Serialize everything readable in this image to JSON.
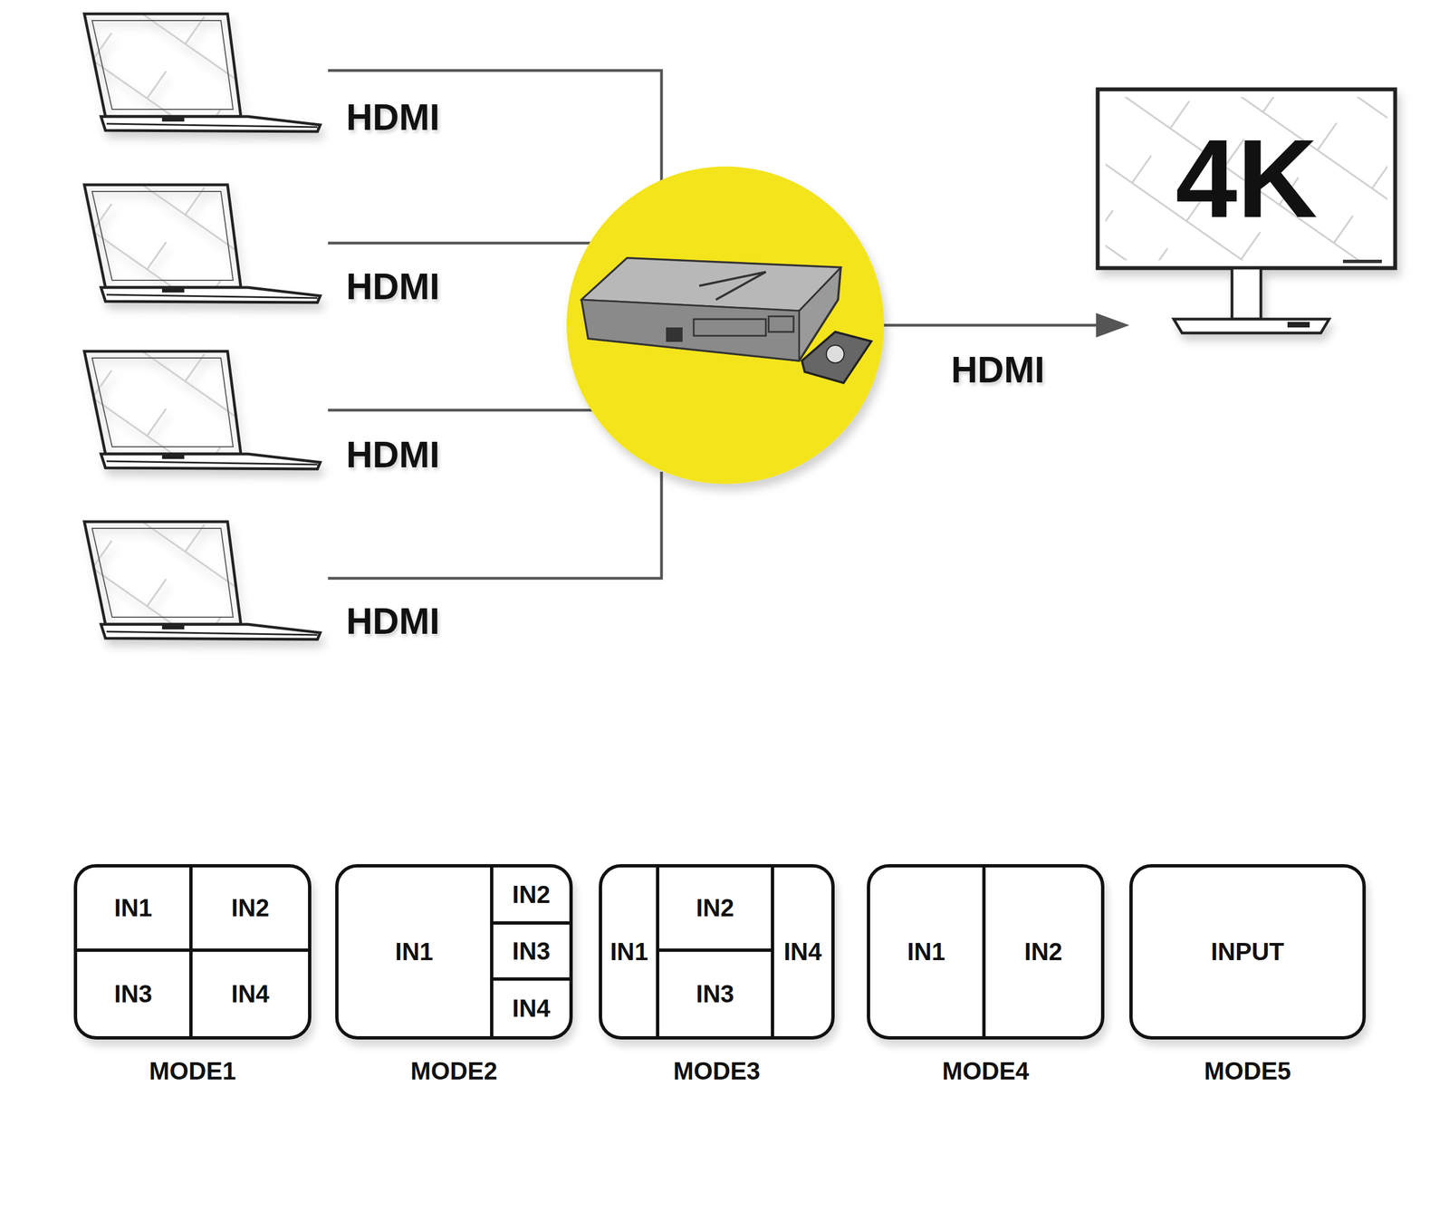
{
  "diagram": {
    "nodes": [
      {
        "text": [
          "4K"
        ]
      },
      {
        "text": [
          "MODE1"
        ]
      },
      {
        "text": [
          "IN1"
        ],
        "in": 1
      },
      {
        "text": [
          "IN2"
        ],
        "in": 1
      },
      {
        "text": [
          "IN3"
        ],
        "in": 1
      },
      {
        "text": [
          "IN4"
        ],
        "in": 1
      },
      {
        "text": [
          "MODE2"
        ]
      },
      {
        "text": [
          "IN1"
        ],
        "in": 6
      },
      {
        "text": [
          "IN2"
        ],
        "in": 6
      },
      {
        "text": [
          "IN3"
        ],
        "in": 6
      },
      {
        "text": [
          "IN4"
        ],
        "in": 6
      },
      {
        "text": [
          "MODE3"
        ]
      },
      {
        "text": [
          "IN1"
        ],
        "in": 11
      },
      {
        "text": [
          "IN2"
        ],
        "in": 11
      },
      {
        "text": [
          "IN3"
        ],
        "in": 11
      },
      {
        "text": [
          "IN4"
        ],
        "in": 11
      },
      {
        "text": [
          "MODE4"
        ]
      },
      {
        "text": [
          "IN1"
        ],
        "in": 16
      },
      {
        "text": [
          "IN2"
        ],
        "in": 16
      },
      {
        "text": [
          "INPUT",
          "MODE5"
        ]
      }
    ],
    "labels": [
      "HDMI",
      "HDMI",
      "HDMI",
      "HDMI",
      "HDMI"
    ]
  }
}
